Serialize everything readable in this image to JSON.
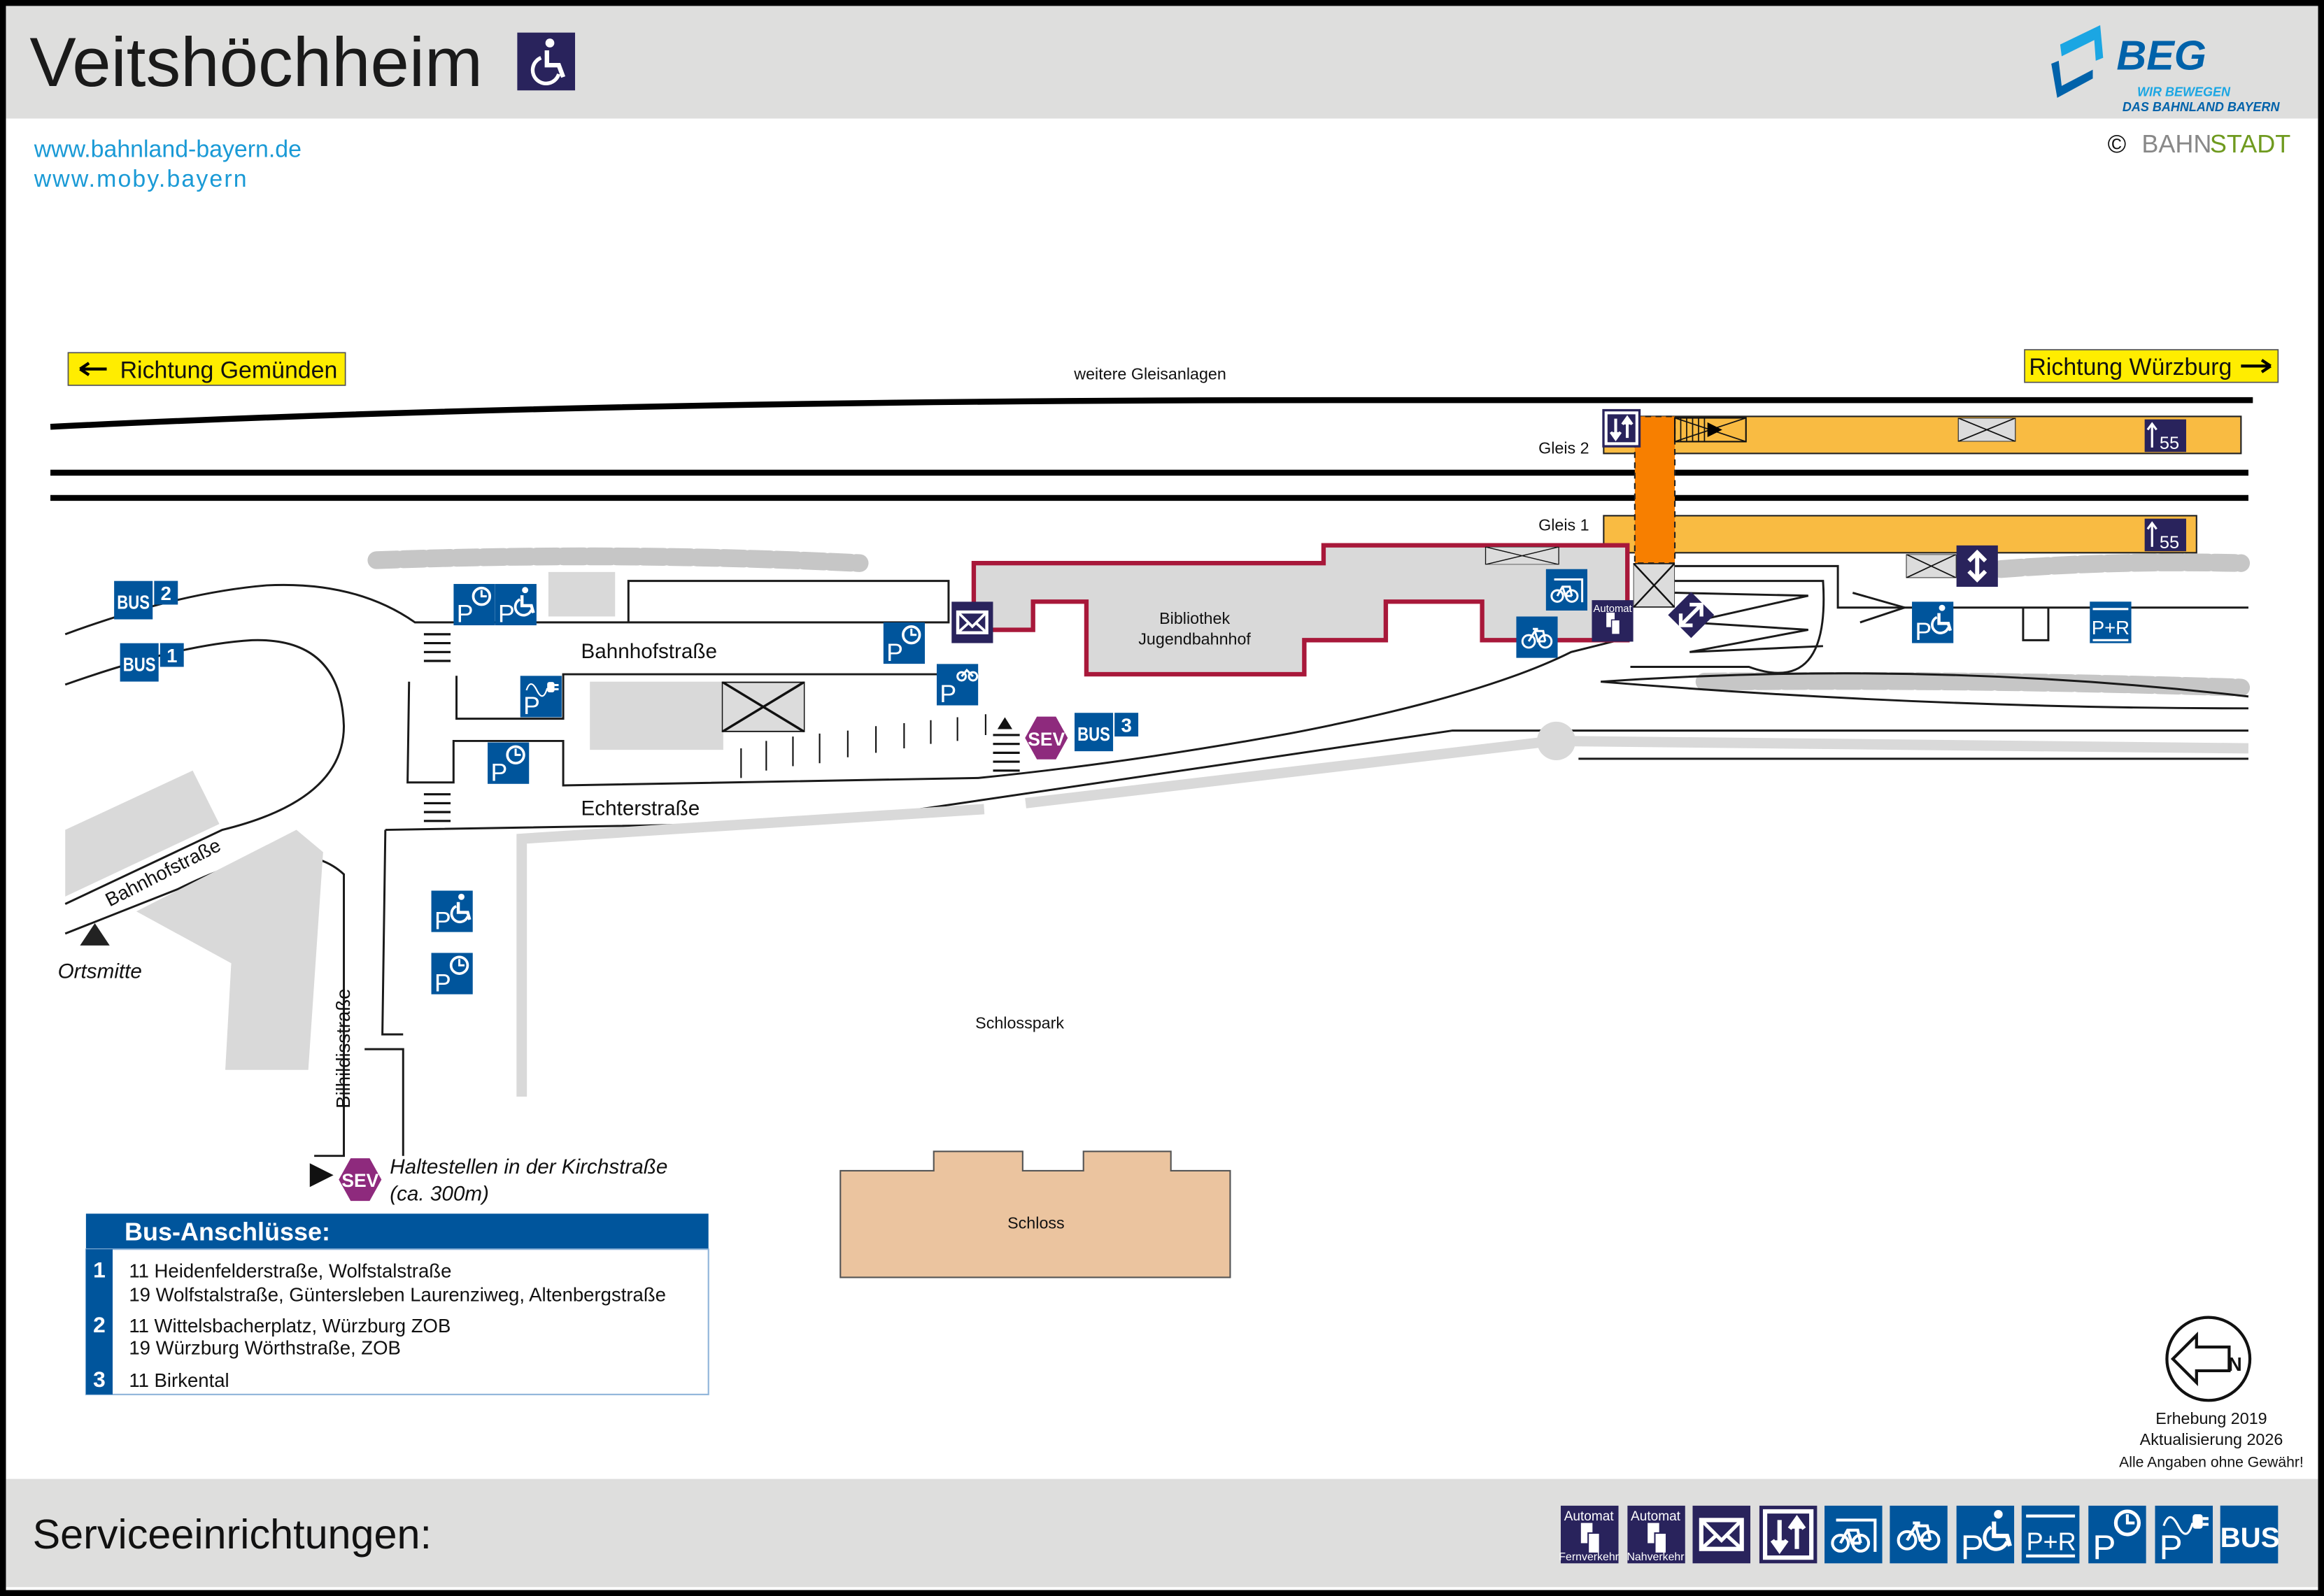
{
  "header": {
    "title": "Veitshöchheim",
    "url1": "www.bahnland-bayern.de",
    "url2": "www.moby.bayern",
    "logo": {
      "name": "BEG",
      "tagline1": "WIR BEWEGEN",
      "tagline2": "DAS BAHNLAND BAYERN"
    },
    "copyright": {
      "symbol": "©",
      "part1": "BAHN",
      "part2": "STADT"
    }
  },
  "directions": {
    "left": "Richtung Gemünden",
    "right": "Richtung Würzburg"
  },
  "tracks": {
    "other": "weitere Gleisanlagen",
    "gleis2": "Gleis 2",
    "gleis1": "Gleis 1",
    "train_number": "55"
  },
  "labels": {
    "library": [
      "Bibliothek",
      "Jugendbahnhof"
    ],
    "bahnhofstrasse": "Bahnhofstraße",
    "echterstrasse": "Echterstraße",
    "bahnhofstrasse_diag": "Bahnhofstraße",
    "bilhildisstrasse": "Bilhildisstraße",
    "ortsmitte": "Ortsmitte",
    "schlosspark": "Schlosspark",
    "schloss": "Schloss",
    "automat": "Automat",
    "sev_note1": "Haltestellen in der Kirchstraße",
    "sev_note2": "(ca. 300m)",
    "sev": "SEV",
    "bus": "BUS",
    "pr": "P+R"
  },
  "bus_stops": [
    "1",
    "2",
    "3"
  ],
  "bus_table": {
    "title": "Bus-Anschlüsse:",
    "rows": [
      {
        "stop": "1",
        "lines": [
          "11 Heidenfelderstraße, Wolfstalstraße",
          "19 Wolfstalstraße, Güntersleben Laurenziweg, Altenbergstraße"
        ]
      },
      {
        "stop": "2",
        "lines": [
          "11 Wittelsbacherplatz, Würzburg ZOB",
          "19 Würzburg Wörthstraße, ZOB"
        ]
      },
      {
        "stop": "3",
        "lines": [
          "11 Birkental"
        ]
      }
    ]
  },
  "footer_notes": [
    "Erhebung 2019",
    "Aktualisierung 2026",
    "Alle Angaben ohne Gewähr!"
  ],
  "services": {
    "title": "Serviceeinrichtungen:",
    "automat_top": "Automat",
    "fern": "Fernverkehr",
    "nah": "Nahverkehr",
    "items": [
      "ticket-machine-long-distance",
      "ticket-machine-regional",
      "mailbox",
      "lift",
      "bike-parking-covered",
      "bike-parking",
      "disabled-parking",
      "park-and-ride",
      "short-term-parking",
      "ev-charging-parking",
      "bus"
    ]
  },
  "colors": {
    "navy": "#29235c",
    "blue": "#00559c",
    "platform": "#f9bb42",
    "underpass": "#f77f00",
    "station": "#a8183a",
    "yellow": "#ffed00",
    "schloss": "#ebc49f",
    "link": "#1a9ad6",
    "green": "#6f9a1f"
  }
}
